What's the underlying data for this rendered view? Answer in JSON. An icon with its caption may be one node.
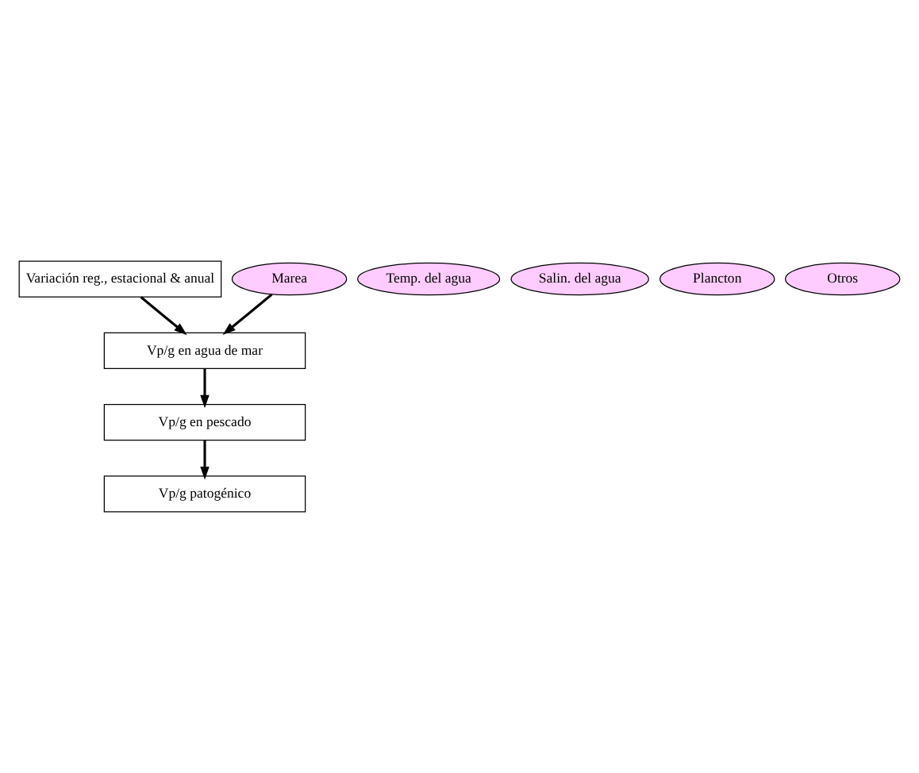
{
  "diagram": {
    "nodes": [
      {
        "text": [
          "Variación reg., estacional & anual"
        ]
      },
      {
        "text": [
          "Vp/g en agua de mar"
        ]
      },
      {
        "text": [
          "Vp/g en pescado"
        ]
      },
      {
        "text": [
          "Vp/g patogénico"
        ]
      },
      {
        "text": [
          "Temp. del agua"
        ]
      },
      {
        "text": [
          "Salin. del agua"
        ]
      },
      {
        "text": [
          "Marea"
        ]
      },
      {
        "text": [
          "Plancton"
        ]
      },
      {
        "text": [
          "Otros"
        ]
      }
    ],
    "edges": [
      {
        "from": 0,
        "to": 1,
        "arrow": "to"
      },
      {
        "from": 6,
        "to": 1,
        "arrow": "to"
      },
      {
        "from": 1,
        "to": 2,
        "arrow": "to"
      },
      {
        "from": 2,
        "to": 3,
        "arrow": "to"
      }
    ]
  }
}
